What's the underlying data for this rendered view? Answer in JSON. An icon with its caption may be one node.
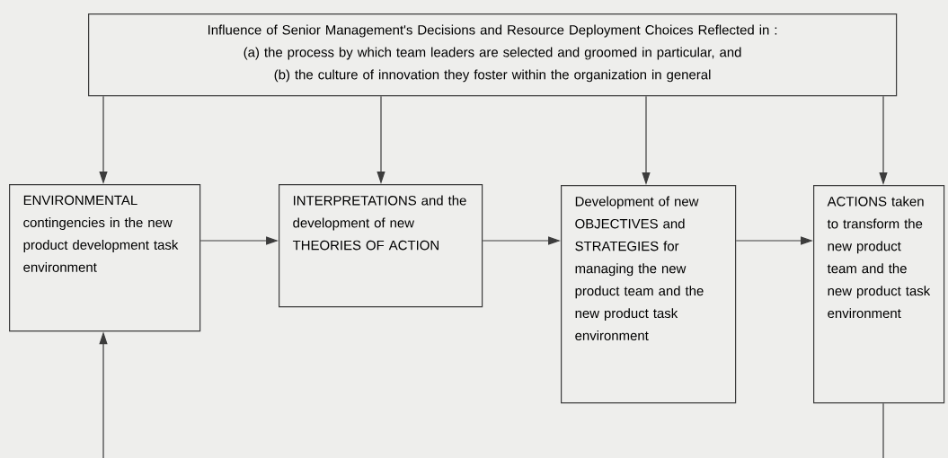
{
  "diagram": {
    "nodes": [
      {
        "text": [
          "Influence of Senior Management's Decisions and Resource Deployment Choices Reflected in :",
          "(a) the process by which team leaders are selected and groomed in particular, and",
          "(b) the culture of innovation they foster within the organization in general"
        ]
      },
      {
        "text": [
          "ENVIRONMENTAL contingencies in the new product development task environment"
        ]
      },
      {
        "text": [
          "INTERPRETATIONS and the development of new THEORIES OF ACTION"
        ]
      },
      {
        "text": [
          "Development of new OBJECTIVES and STRATEGIES for managing the new product team and the new product task environment"
        ]
      },
      {
        "text": [
          "ACTIONS taken to transform the new product team and the new product task environment"
        ]
      }
    ],
    "edges": [
      {
        "from": 0,
        "to": 1,
        "arrow": "to"
      },
      {
        "from": 0,
        "to": 2,
        "arrow": "to"
      },
      {
        "from": 0,
        "to": 3,
        "arrow": "to"
      },
      {
        "from": 0,
        "to": 4,
        "arrow": "to"
      },
      {
        "from": 1,
        "to": 2,
        "arrow": "to"
      },
      {
        "from": 2,
        "to": 3,
        "arrow": "to"
      },
      {
        "from": 3,
        "to": 4,
        "arrow": "to"
      },
      {
        "from": 4,
        "to": 1,
        "arrow": "to"
      }
    ]
  }
}
